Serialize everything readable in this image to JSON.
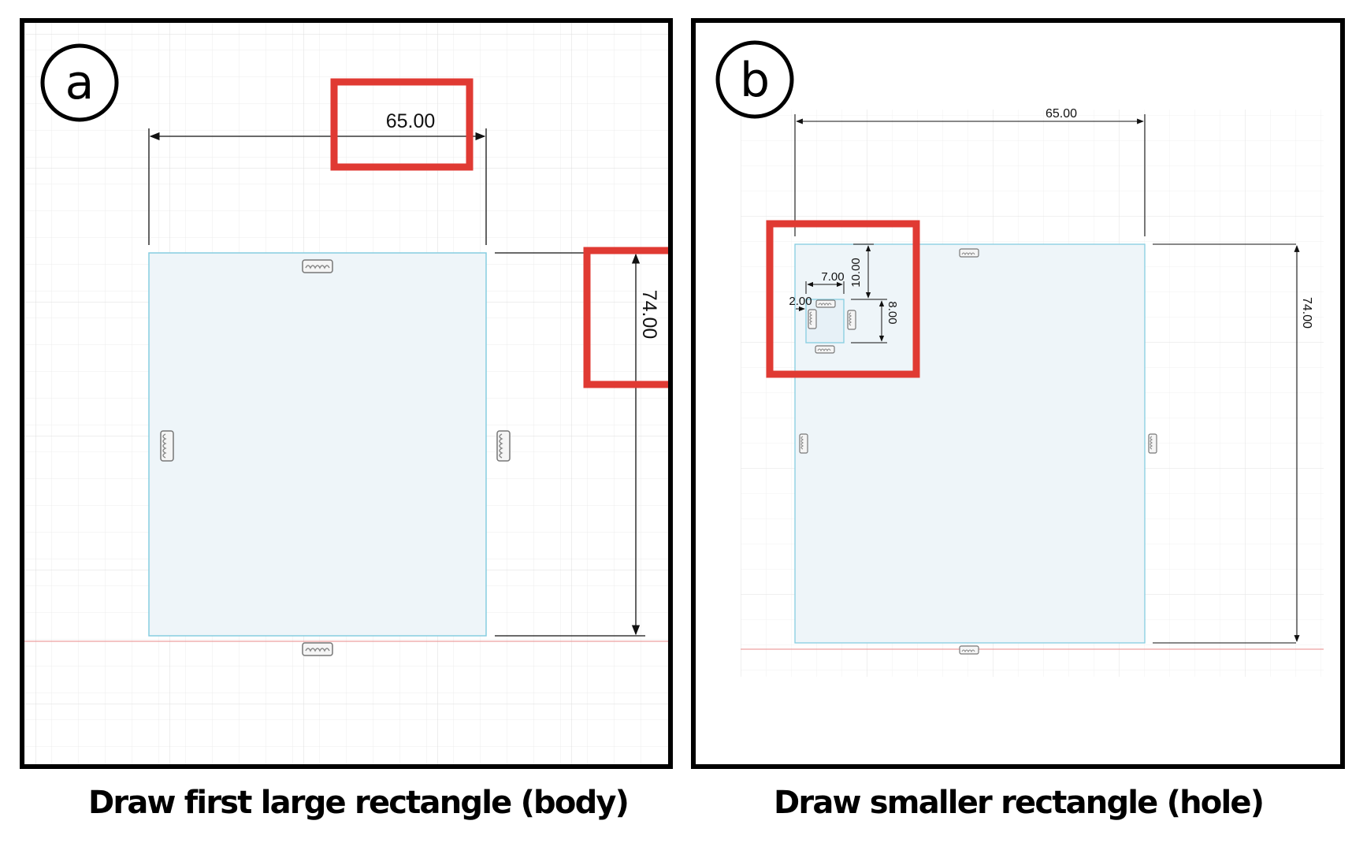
{
  "panels": [
    {
      "badge": "a",
      "caption": "Draw first large rectangle (body)",
      "width_dim": "65.00",
      "height_dim": "74.00"
    },
    {
      "badge": "b",
      "caption": "Draw smaller rectangle (hole)",
      "width_dim": "65.00",
      "height_dim": "74.00",
      "hole_width_dim": "7.00",
      "hole_height_dim": "8.00",
      "hole_top_offset_dim": "10.00",
      "hole_left_offset_dim": "2.00"
    }
  ],
  "colors": {
    "highlight": "#e03a33",
    "sketch_fill": "#eef5f9",
    "sketch_line": "#7ccbe0",
    "grid": "#e6e6e6",
    "axis": "#e88080",
    "border": "#000000"
  },
  "icons": [
    "horizontal-constraint-icon",
    "vertical-constraint-icon"
  ]
}
